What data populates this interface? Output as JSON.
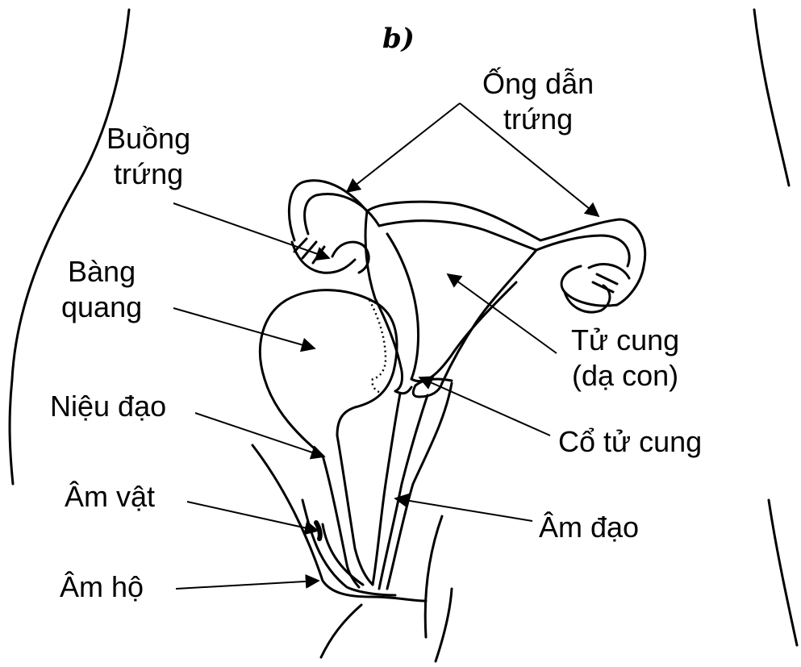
{
  "figure_letter": "b)",
  "labels": {
    "oviduct": [
      "Ống dẫn",
      "trứng"
    ],
    "ovary": [
      "Buồng",
      "trứng"
    ],
    "bladder": [
      "Bàng",
      "quang"
    ],
    "uterus": [
      "Tử cung",
      "(dạ con)"
    ],
    "urethra": "Niệu đạo",
    "cervix": "Cổ tử cung",
    "clitoris": "Âm vật",
    "vagina": "Âm đạo",
    "vulva": "Âm hộ"
  },
  "colors": {
    "stroke": "#000000",
    "background": "#ffffff"
  }
}
